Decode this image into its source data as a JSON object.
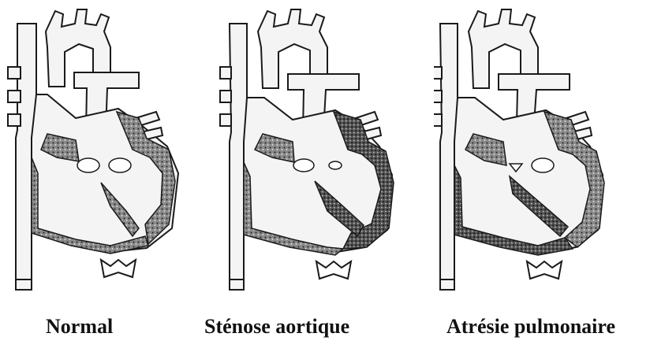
{
  "figure": {
    "panels": [
      {
        "label": "Normal",
        "variant": "normal"
      },
      {
        "label": "Sténose aortique",
        "variant": "aortic-stenosis"
      },
      {
        "label": "Atrésie pulmonaire",
        "variant": "pulmonary-atresia"
      }
    ],
    "colors": {
      "outline": "#1a1a1a",
      "myocardium": "#6b6b6b",
      "hypertrophy": "#3a3a3a",
      "fill": "#f2f2f2"
    }
  }
}
